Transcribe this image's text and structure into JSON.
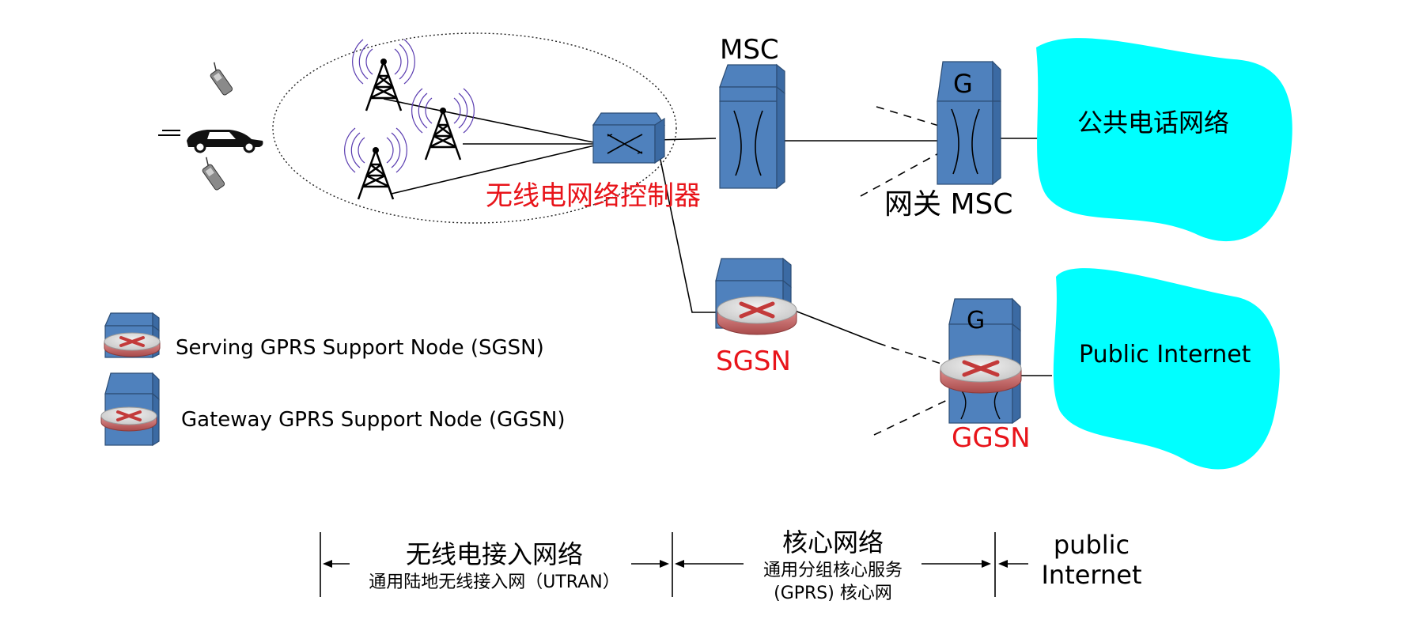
{
  "labels": {
    "msc": "MSC",
    "gateway_msc": "网关 MSC",
    "gateway_letter_top": "G",
    "gateway_letter_bottom": "G",
    "rnc": "无线电网络控制器",
    "sgsn": "SGSN",
    "ggsn": "GGSN",
    "pstn": "公共电话网络",
    "internet_cloud": "Public Internet"
  },
  "legend": {
    "sgsn": "Serving GPRS Support Node (SGSN)",
    "ggsn": "Gateway GPRS Support Node (GGSN)"
  },
  "bottom": {
    "ran_title": "无线电接入网络",
    "ran_sub": "通用陆地无线接入网（UTRAN）",
    "core_title": "核心网络",
    "core_sub1": "通用分组核心服务",
    "core_sub2": "(GPRS) 核心网",
    "public_line1": "public",
    "public_line2": "Internet"
  },
  "colors": {
    "box_blue": "#4f81bd",
    "cloud_cyan": "#00ffff",
    "label_red": "#e8141a"
  },
  "icons": [
    "cell-tower-icon",
    "mobile-phone-icon",
    "car-icon",
    "switch-box-icon",
    "router-icon",
    "cloud-icon"
  ]
}
